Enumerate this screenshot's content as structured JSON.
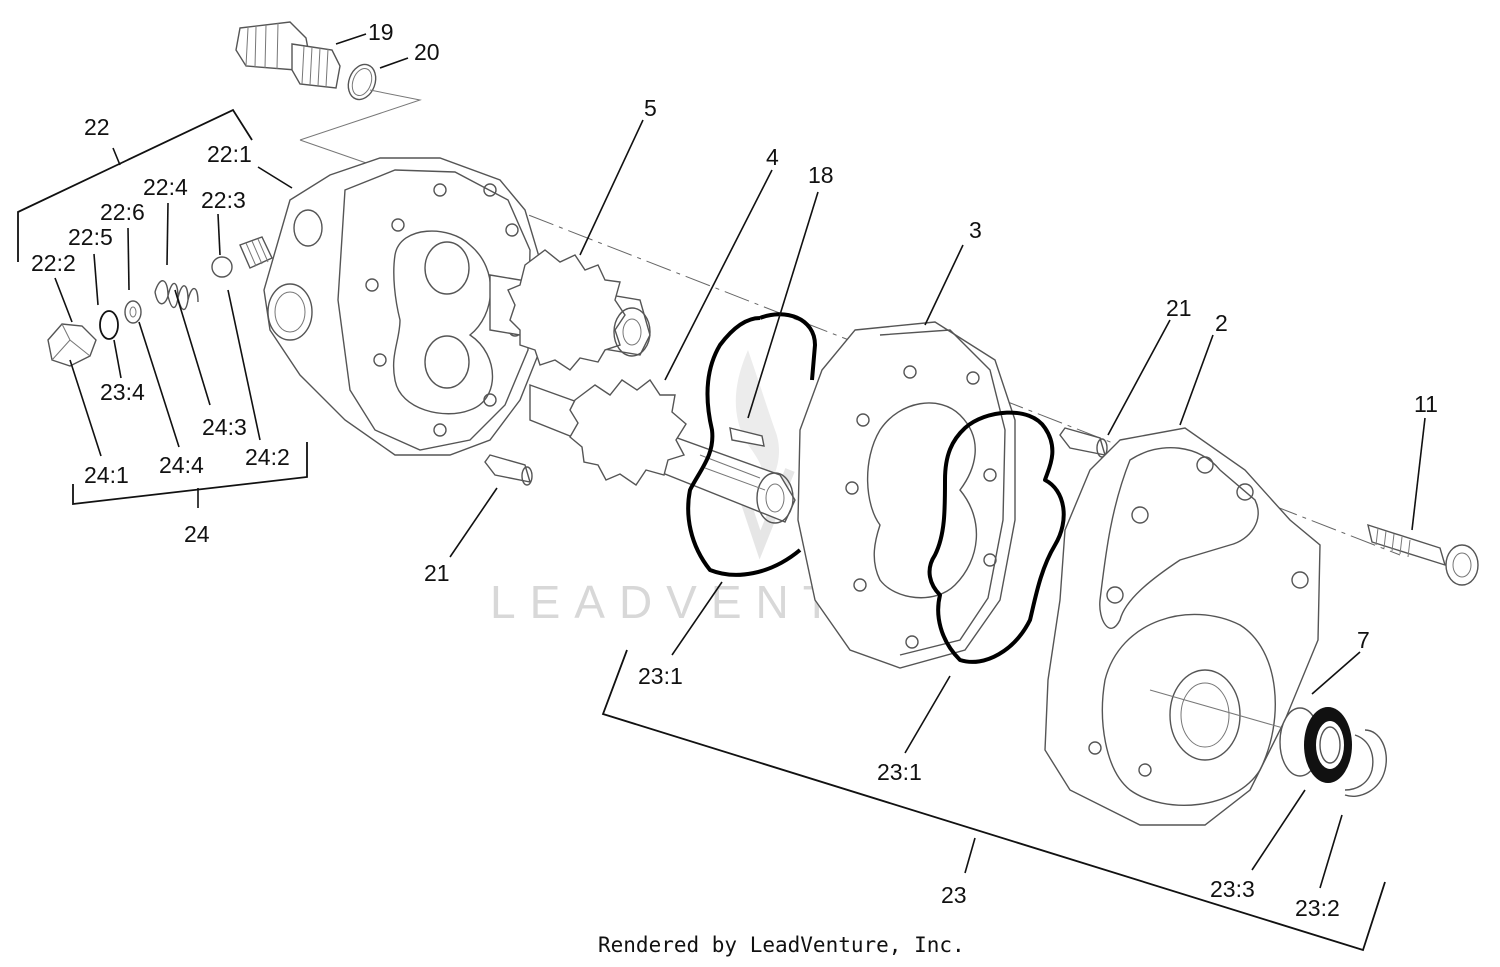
{
  "labels": [
    {
      "id": "19",
      "text": "19"
    },
    {
      "id": "20",
      "text": "20"
    },
    {
      "id": "22",
      "text": "22"
    },
    {
      "id": "22-1",
      "text": "22:1"
    },
    {
      "id": "22-4",
      "text": "22:4"
    },
    {
      "id": "22-3",
      "text": "22:3"
    },
    {
      "id": "22-6",
      "text": "22:6"
    },
    {
      "id": "22-5",
      "text": "22:5"
    },
    {
      "id": "22-2",
      "text": "22:2"
    },
    {
      "id": "23-4",
      "text": "23:4"
    },
    {
      "id": "24-3",
      "text": "24:3"
    },
    {
      "id": "24-2",
      "text": "24:2"
    },
    {
      "id": "24-1",
      "text": "24:1"
    },
    {
      "id": "24-4",
      "text": "24:4"
    },
    {
      "id": "24",
      "text": "24"
    },
    {
      "id": "5",
      "text": "5"
    },
    {
      "id": "4",
      "text": "4"
    },
    {
      "id": "18",
      "text": "18"
    },
    {
      "id": "3",
      "text": "3"
    },
    {
      "id": "21a",
      "text": "21"
    },
    {
      "id": "21b",
      "text": "21"
    },
    {
      "id": "2",
      "text": "2"
    },
    {
      "id": "11",
      "text": "11"
    },
    {
      "id": "7",
      "text": "7"
    },
    {
      "id": "23-1a",
      "text": "23:1"
    },
    {
      "id": "23-1b",
      "text": "23:1"
    },
    {
      "id": "23-3",
      "text": "23:3"
    },
    {
      "id": "23-2",
      "text": "23:2"
    },
    {
      "id": "23",
      "text": "23"
    }
  ],
  "watermark": "LEADVENTURE",
  "footer": "Rendered by LeadVenture, Inc."
}
